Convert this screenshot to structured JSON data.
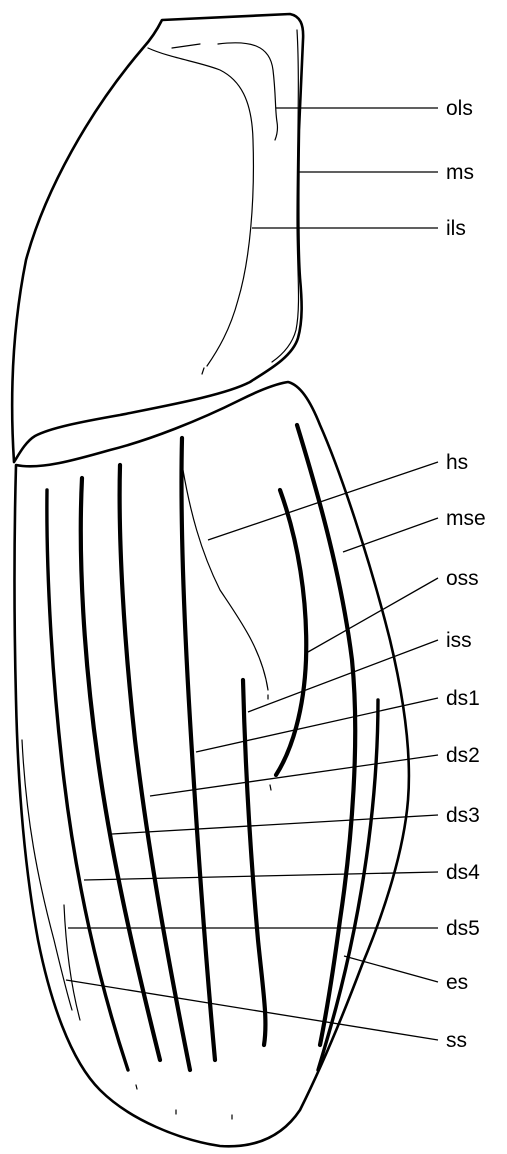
{
  "labels": {
    "ols": "ols",
    "ms": "ms",
    "ils": "ils",
    "hs": "hs",
    "mse": "mse",
    "oss": "oss",
    "iss": "iss",
    "ds1": "ds1",
    "ds2": "ds2",
    "ds3": "ds3",
    "ds4": "ds4",
    "ds5": "ds5",
    "es": "es",
    "ss": "ss"
  }
}
